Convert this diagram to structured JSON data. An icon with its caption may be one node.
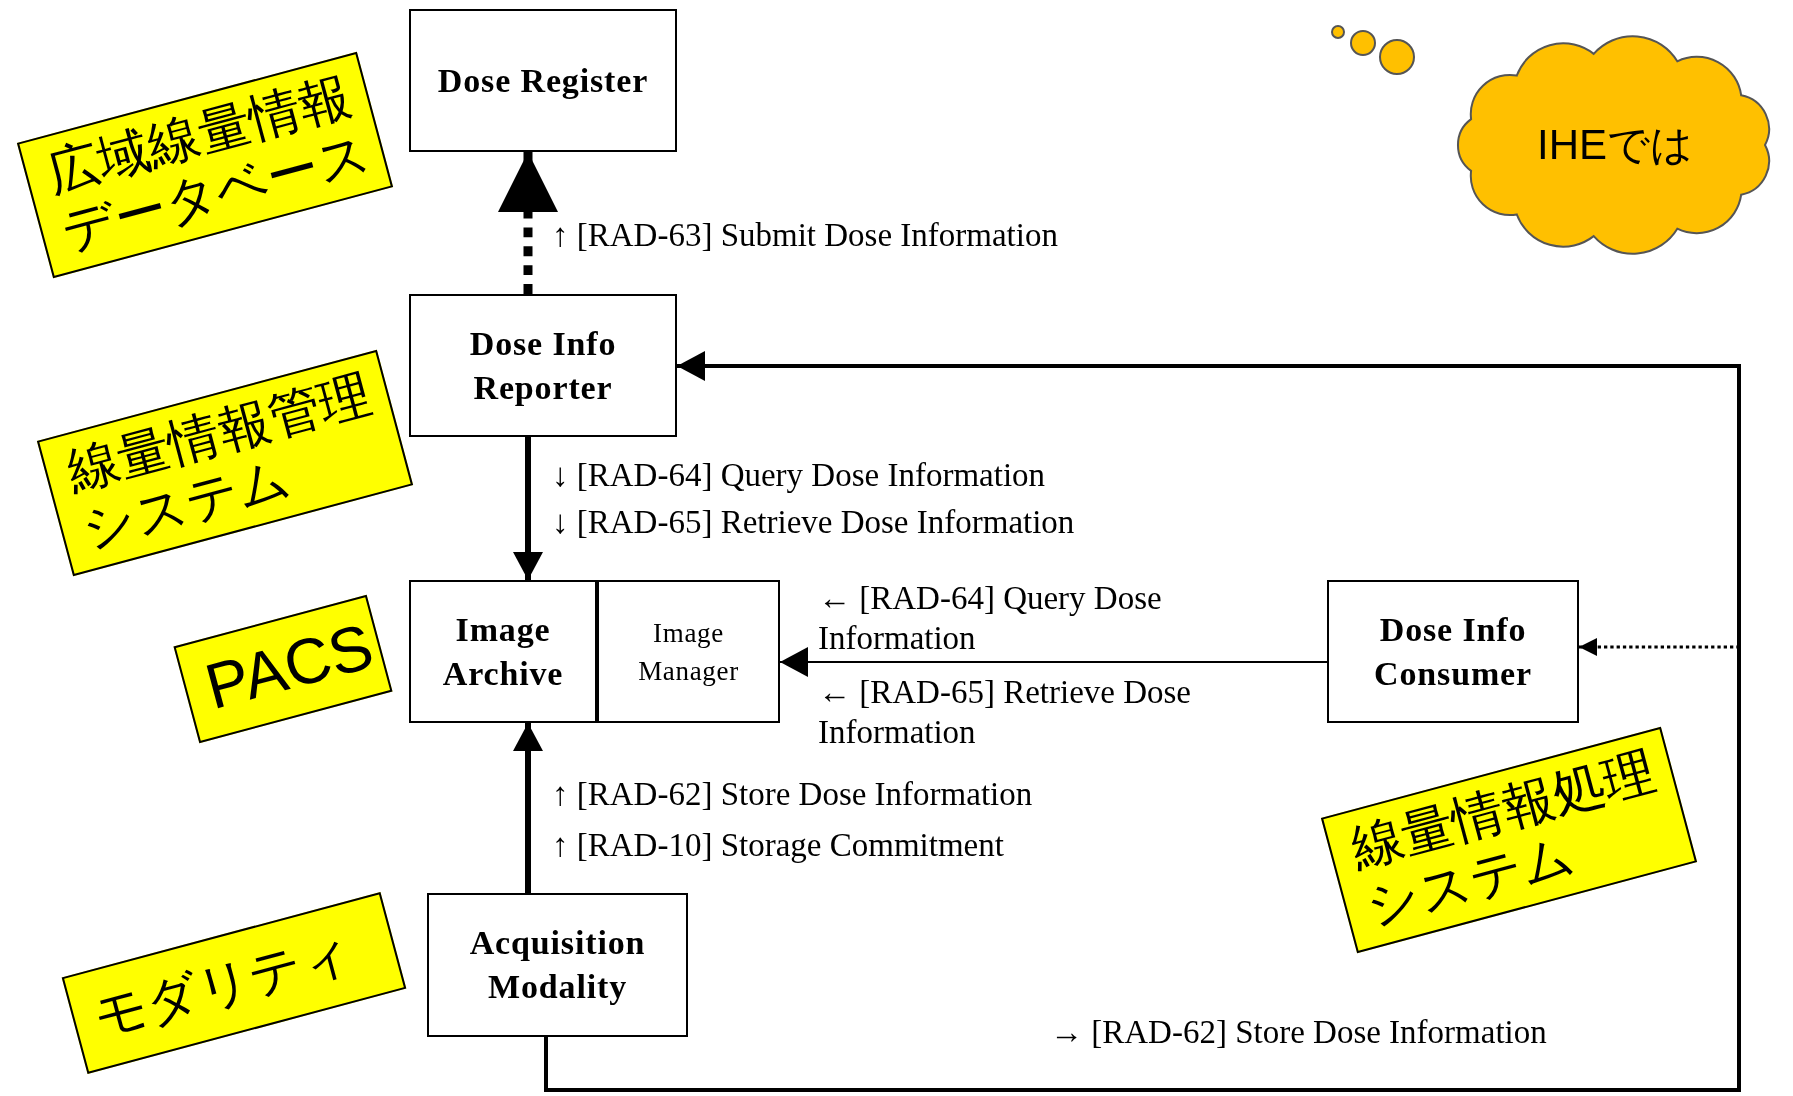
{
  "diagram": {
    "nodes": [
      {
        "text": [
          "広域線量情報データベース"
        ]
      },
      {
        "text": [
          "Dose Register"
        ]
      },
      {
        "text": [
          "線量情報管理システム"
        ]
      },
      {
        "text": [
          "Dose Info Reporter"
        ]
      },
      {
        "text": [
          "PACS"
        ]
      },
      {
        "text": [
          "Image Archive"
        ]
      },
      {
        "text": [
          "Image Manager"
        ]
      },
      {
        "text": [
          "Dose Info Consumer"
        ]
      },
      {
        "text": [
          "モダリティ"
        ]
      },
      {
        "text": [
          "Acquisition Modality"
        ]
      },
      {
        "text": [
          "線量情報処理システム"
        ]
      },
      {
        "text": [
          "IHEでは"
        ]
      }
    ],
    "edges": [
      {
        "from": 3,
        "to": 1,
        "arrow": "to",
        "style": "dashed",
        "label": "↑ [RAD-63] Submit Dose Information"
      },
      {
        "from": 3,
        "to": 5,
        "arrow": "to",
        "label": "↓ [RAD-64] Query Dose Information"
      },
      {
        "from": 7,
        "to": 6,
        "arrow": "to",
        "label": "← [RAD-64] Query Dose Information"
      },
      {
        "from": 9,
        "to": 5,
        "arrow": "to",
        "label": "↑ [RAD-62] Store Dose Information"
      },
      {
        "from": 9,
        "to": 3,
        "arrow": "to",
        "label": "→ [RAD-62] Store Dose Information"
      },
      {
        "from": 9,
        "to": 7,
        "arrow": "to",
        "style": "dashed"
      }
    ],
    "labels": [
      "↓ [RAD-65] Retrieve Dose Information",
      "← [RAD-65] Retrieve Dose Information",
      "↑ [RAD-10] Storage Commitment"
    ]
  }
}
